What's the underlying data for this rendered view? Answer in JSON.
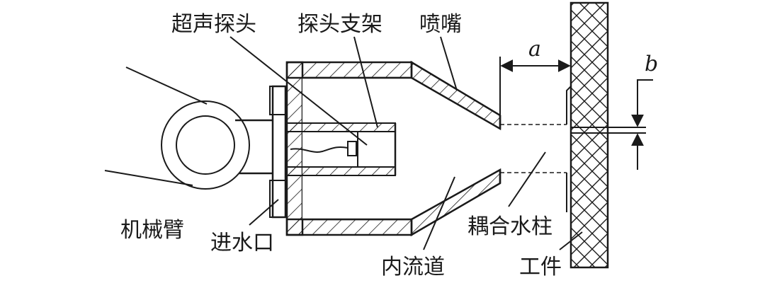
{
  "labels": {
    "ultrasonic_probe": "超声探头",
    "probe_holder": "探头支架",
    "nozzle": "喷嘴",
    "robot_arm": "机械臂",
    "water_inlet": "进水口",
    "inner_channel": "内流道",
    "coupling_water_column": "耦合水柱",
    "workpiece": "工件",
    "dim_a": "a",
    "dim_b": "b"
  }
}
